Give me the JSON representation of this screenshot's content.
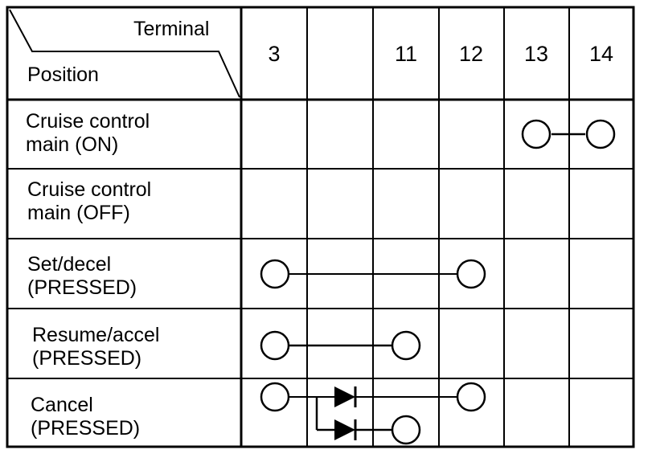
{
  "header": {
    "terminal_label": "Terminal",
    "position_label": "Position",
    "terminals": [
      "3",
      "",
      "11",
      "12",
      "13",
      "14"
    ]
  },
  "rows": [
    {
      "line1": "Cruise control",
      "line2": "main (ON)"
    },
    {
      "line1": "Cruise control",
      "line2": "main (OFF)"
    },
    {
      "line1": "Set/decel",
      "line2": "(PRESSED)"
    },
    {
      "line1": "Resume/accel",
      "line2": "(PRESSED)"
    },
    {
      "line1": "Cancel",
      "line2": "(PRESSED)"
    }
  ],
  "connections": [
    {
      "row": "Cruise control main (ON)",
      "terminals": [
        "13",
        "14"
      ]
    },
    {
      "row": "Set/decel (PRESSED)",
      "terminals": [
        "3",
        "12"
      ]
    },
    {
      "row": "Resume/accel (PRESSED)",
      "terminals": [
        "3",
        "11"
      ]
    },
    {
      "row": "Cancel (PRESSED)",
      "terminals": [
        "3",
        "12"
      ],
      "via": "diode"
    },
    {
      "row": "Cancel (PRESSED)",
      "terminals": [
        "3",
        "11"
      ],
      "via": "diode"
    }
  ]
}
